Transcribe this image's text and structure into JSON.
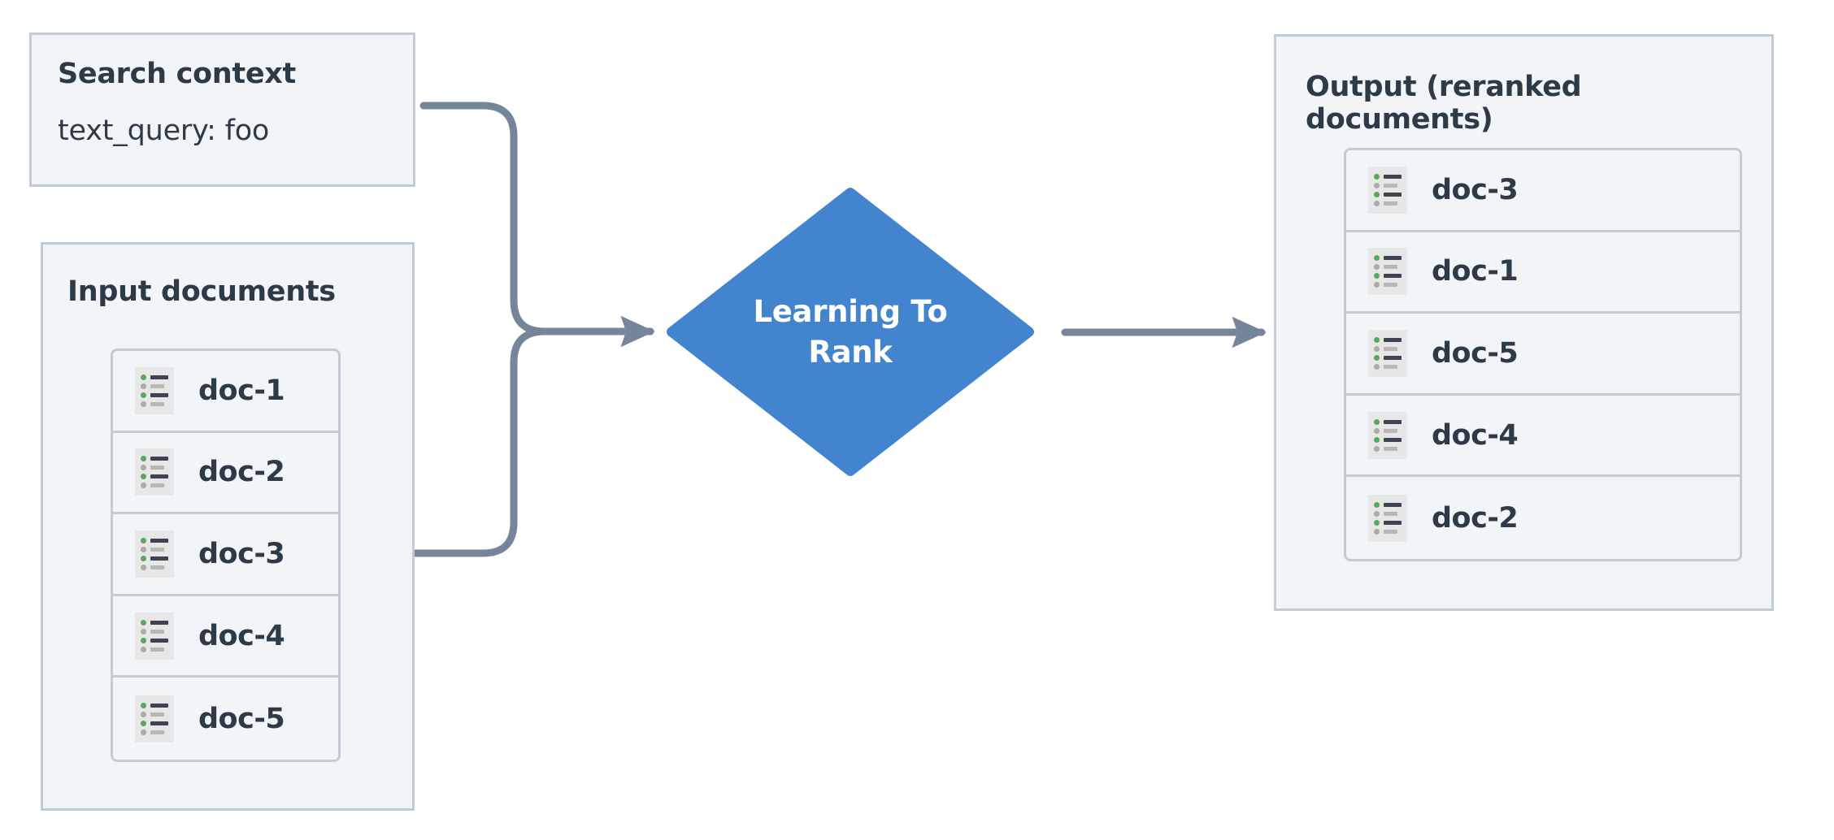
{
  "diagram": {
    "title": "Learning To Rank reranking flow",
    "background": "#ffffff",
    "colors": {
      "panel_fill": "#f2f5f7",
      "panel_border": "#c3ccd6",
      "text": "#2d3a48",
      "node_fill": "#4285ce",
      "node_text": "#ffffff",
      "connector": "#76869a",
      "icon_bg": "#e7e7e7",
      "icon_bullet_green": "#5aa75a",
      "icon_bullet_grey": "#aaaaaa",
      "icon_dash_dark": "#3d4450",
      "icon_dash_light": "#b7b7b7"
    }
  },
  "search_context": {
    "title": "Search context",
    "query": "text_query: foo"
  },
  "input_documents": {
    "title": "Input documents",
    "docs": [
      {
        "label": "doc-1",
        "icon": "document-list-icon"
      },
      {
        "label": "doc-2",
        "icon": "document-list-icon"
      },
      {
        "label": "doc-3",
        "icon": "document-list-icon"
      },
      {
        "label": "doc-4",
        "icon": "document-list-icon"
      },
      {
        "label": "doc-5",
        "icon": "document-list-icon"
      }
    ]
  },
  "ltr_node": {
    "label": "Learning To\nRank",
    "shape": "diamond"
  },
  "output": {
    "title": "Output (reranked documents)",
    "docs": [
      {
        "label": "doc-3",
        "icon": "document-list-icon"
      },
      {
        "label": "doc-1",
        "icon": "document-list-icon"
      },
      {
        "label": "doc-5",
        "icon": "document-list-icon"
      },
      {
        "label": "doc-4",
        "icon": "document-list-icon"
      },
      {
        "label": "doc-2",
        "icon": "document-list-icon"
      }
    ]
  },
  "connectors": [
    {
      "name": "search-context-to-ltr",
      "from": "search_context",
      "to": "ltr_node",
      "style": "elbow-arrow"
    },
    {
      "name": "input-documents-to-ltr",
      "from": "input_documents",
      "to": "ltr_node",
      "style": "elbow-arrow"
    },
    {
      "name": "ltr-to-output",
      "from": "ltr_node",
      "to": "output",
      "style": "straight-arrow"
    }
  ]
}
